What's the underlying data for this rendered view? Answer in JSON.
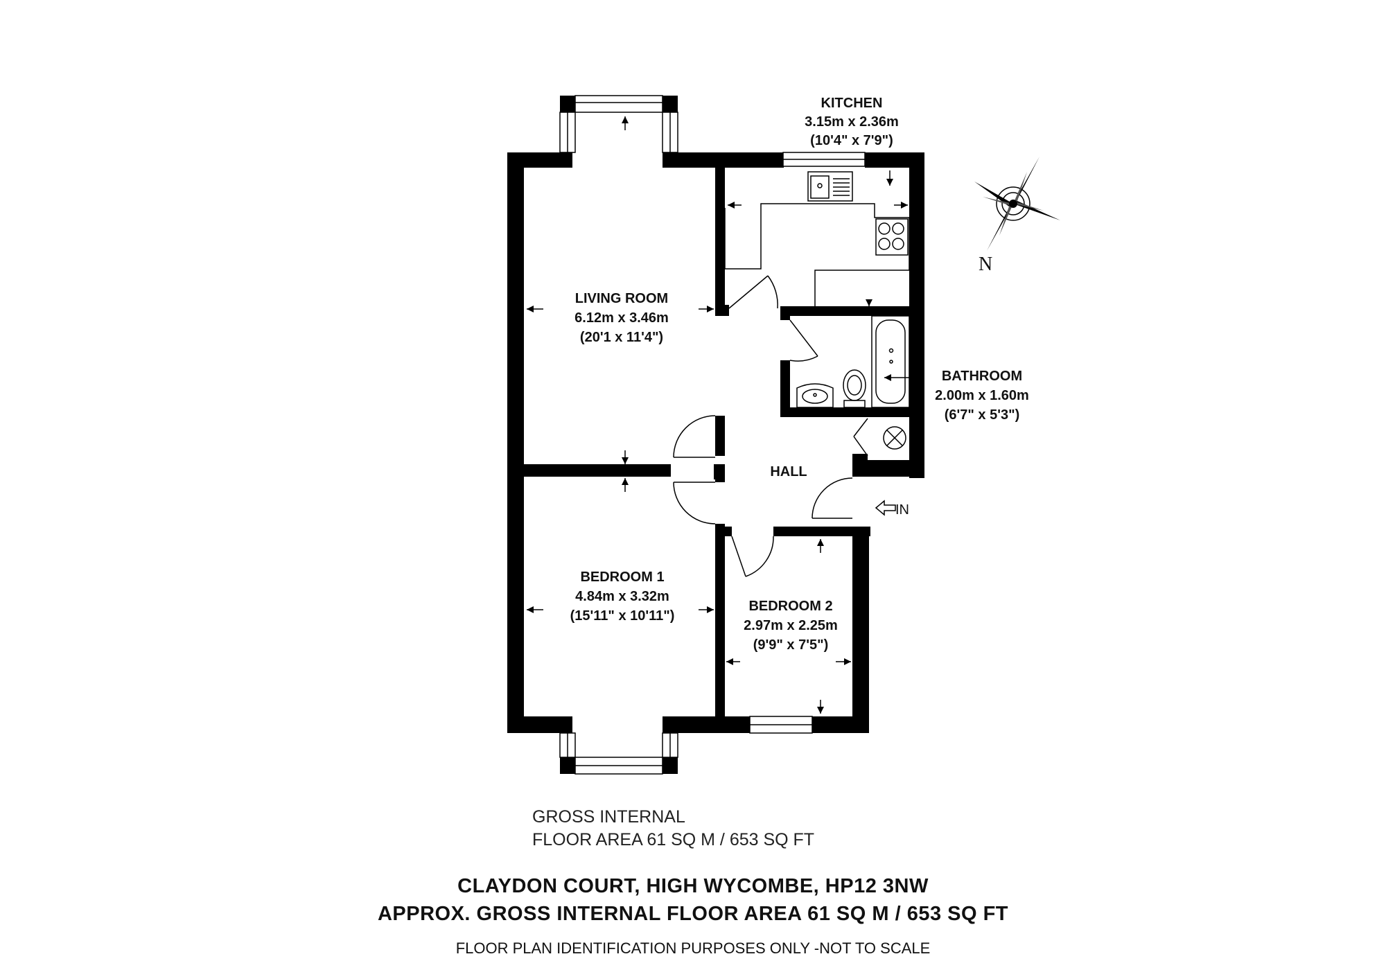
{
  "rooms": {
    "kitchen": {
      "name": "KITCHEN",
      "metric": "3.15m x 2.36m",
      "imperial": "(10'4\" x 7'9\")"
    },
    "living_room": {
      "name": "LIVING ROOM",
      "metric": "6.12m x 3.46m",
      "imperial": "(20'1 x 11'4\")"
    },
    "bathroom": {
      "name": "BATHROOM",
      "metric": "2.00m x 1.60m",
      "imperial": "(6'7\" x 5'3\")"
    },
    "hall": {
      "name": "HALL"
    },
    "bedroom_1": {
      "name": "BEDROOM 1",
      "metric": "4.84m x 3.32m",
      "imperial": "(15'11\" x 10'11\")"
    },
    "bedroom_2": {
      "name": "BEDROOM 2",
      "metric": "2.97m x 2.25m",
      "imperial": "(9'9\" x 7'5\")"
    }
  },
  "entry_label": "IN",
  "compass": {
    "north_label": "N"
  },
  "gross_area": {
    "line1": "GROSS INTERNAL",
    "line2": "FLOOR AREA 61 SQ M / 653 SQ FT"
  },
  "footer": {
    "address": "CLAYDON COURT, HIGH WYCOMBE, HP12 3NW",
    "approx_area": "APPROX. GROSS INTERNAL FLOOR AREA 61 SQ M / 653 SQ FT",
    "disclaimer": "FLOOR PLAN IDENTIFICATION PURPOSES ONLY -NOT TO SCALE"
  }
}
